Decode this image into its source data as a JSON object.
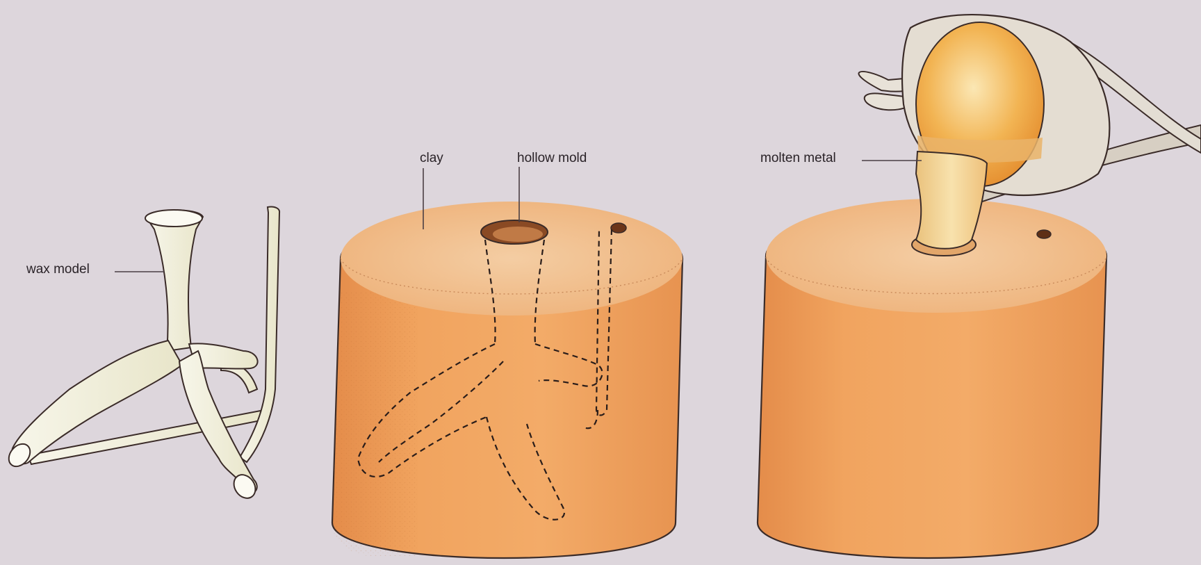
{
  "labels": {
    "wax_model": "wax model",
    "clay": "clay",
    "hollow_mold": "hollow mold",
    "molten_metal": "molten metal"
  },
  "colors": {
    "background": "#ddd6dc",
    "clay": "#efa15c",
    "clay_top": "#f2c497",
    "wax": "#f3f1df",
    "metal": "#f1c98a",
    "crucible": "#e2dcd3",
    "outline": "#3a2b28"
  },
  "stages": [
    "wax-model",
    "clay-mold",
    "pouring"
  ]
}
